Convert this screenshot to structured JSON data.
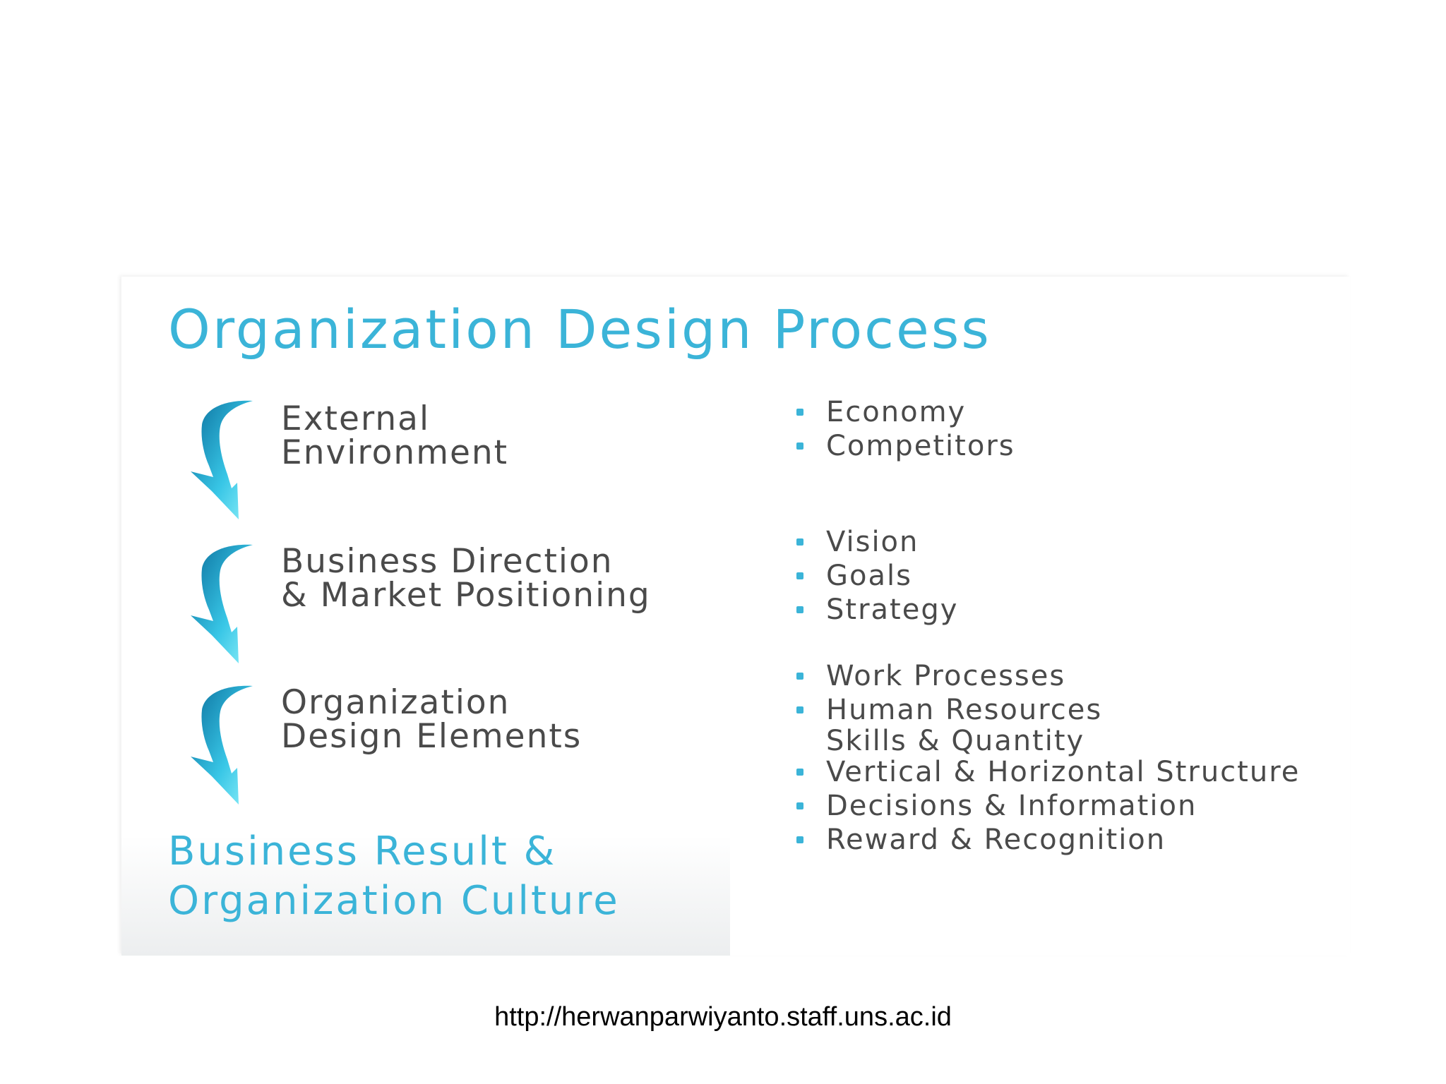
{
  "title": "Organization Design Process",
  "steps": [
    {
      "label_line1": "External",
      "label_line2": "Environment",
      "icon": "curved-down-arrow-icon"
    },
    {
      "label_line1": "Business Direction",
      "label_line2": "& Market Positioning",
      "icon": "curved-down-arrow-icon"
    },
    {
      "label_line1": "Organization",
      "label_line2": "Design Elements",
      "icon": "curved-down-arrow-icon"
    }
  ],
  "result": {
    "line1": "Business Result &",
    "line2": "Organization Culture"
  },
  "bullets": {
    "external": [
      "Economy",
      "Competitors"
    ],
    "business": [
      "Vision",
      "Goals",
      "Strategy"
    ],
    "elements": [
      {
        "text": "Work Processes"
      },
      {
        "text": "Human Resources",
        "sub": "Skills & Quantity"
      },
      {
        "text": "Vertical & Horizontal Structure"
      },
      {
        "text": "Decisions & Information"
      },
      {
        "text": "Reward & Recognition"
      }
    ]
  },
  "footer_url": "http://herwanparwiyanto.staff.uns.ac.id",
  "colors": {
    "accent": "#3bb4d8",
    "text": "#4a4a4a",
    "arrow_dark": "#0a6e9c",
    "arrow_light": "#7fe6f5"
  }
}
